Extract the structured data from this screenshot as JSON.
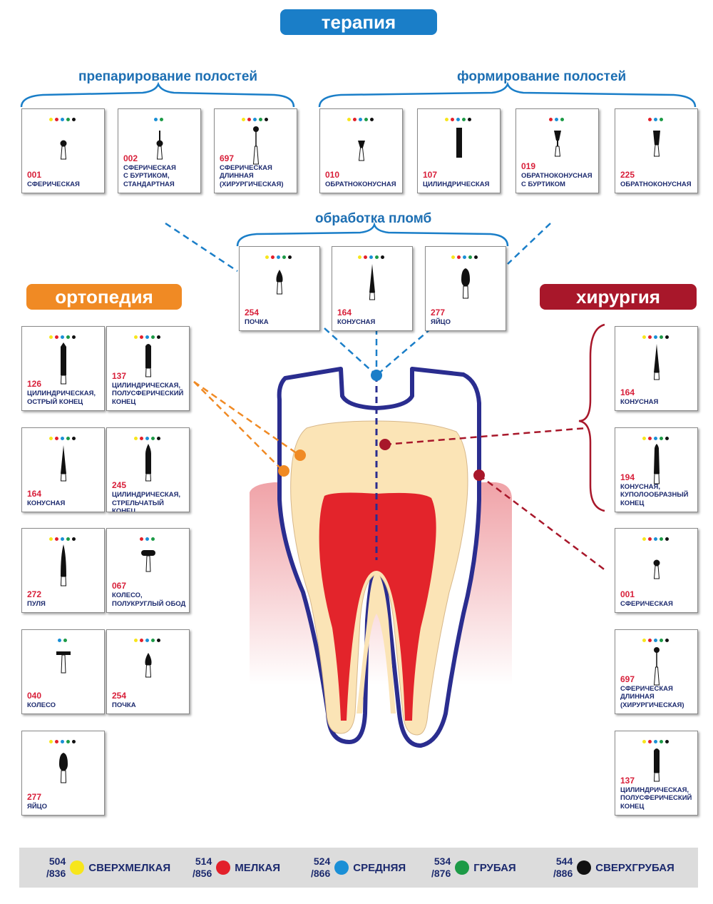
{
  "headers": {
    "therapy": "терапия",
    "orthopedics": "ортопедия",
    "surgery": "хирургия"
  },
  "groups": {
    "cavity_prep": "препарирование полостей",
    "cavity_forming": "формирование полостей",
    "filling_processing": "обработка пломб"
  },
  "colors": {
    "therapy": "#1a7ec8",
    "orthopedics": "#f08a24",
    "surgery": "#a8172a",
    "grit": [
      "#f7e61c",
      "#e3202a",
      "#1a8fd6",
      "#1c9a46",
      "#111111"
    ]
  },
  "cards": {
    "prep": [
      {
        "code": "001",
        "name": [
          "СФЕРИЧЕСКАЯ"
        ],
        "tool": "sphere",
        "grits": [
          0,
          1,
          2,
          3,
          4
        ]
      },
      {
        "code": "002",
        "name": [
          "СФЕРИЧЕСКАЯ",
          "С БУРТИКОМ,",
          "СТАНДАРТНАЯ"
        ],
        "tool": "sphere-collar",
        "grits": [
          2,
          3
        ]
      },
      {
        "code": "697",
        "name": [
          "СФЕРИЧЕСКАЯ",
          "ДЛИННАЯ",
          "(ХИРУРГИЧЕСКАЯ)"
        ],
        "tool": "sphere-long",
        "grits": [
          0,
          1,
          2,
          3,
          4
        ]
      }
    ],
    "forming": [
      {
        "code": "010",
        "name": [
          "ОБРАТНОКОНУСНАЯ"
        ],
        "tool": "inv-cone",
        "grits": [
          0,
          1,
          2,
          3,
          4
        ]
      },
      {
        "code": "107",
        "name": [
          "ЦИЛИНДРИЧЕСКАЯ"
        ],
        "tool": "cylinder",
        "grits": [
          0,
          1,
          2,
          3,
          4
        ]
      },
      {
        "code": "019",
        "name": [
          "ОБРАТНОКОНУСНАЯ",
          "С БУРТИКОМ"
        ],
        "tool": "inv-cone-collar",
        "grits": [
          1,
          2,
          3
        ]
      },
      {
        "code": "225",
        "name": [
          "ОБРАТНОКОНУСНАЯ"
        ],
        "tool": "inv-cone-long",
        "grits": [
          1,
          2,
          3
        ]
      }
    ],
    "filling": [
      {
        "code": "254",
        "name": [
          "ПОЧКА"
        ],
        "tool": "bud",
        "grits": [
          0,
          1,
          2,
          3,
          4
        ]
      },
      {
        "code": "164",
        "name": [
          "КОНУСНАЯ"
        ],
        "tool": "cone",
        "grits": [
          0,
          1,
          2,
          3,
          4
        ]
      },
      {
        "code": "277",
        "name": [
          "ЯЙЦО"
        ],
        "tool": "egg",
        "grits": [
          0,
          1,
          2,
          3,
          4
        ]
      }
    ],
    "ortho": [
      {
        "code": "126",
        "name": [
          "ЦИЛИНДРИЧЕСКАЯ,",
          "ОСТРЫЙ КОНЕЦ"
        ],
        "tool": "cyl-sharp",
        "grits": [
          0,
          1,
          2,
          3,
          4
        ]
      },
      {
        "code": "137",
        "name": [
          "ЦИЛИНДРИЧЕСКАЯ,",
          "ПОЛУСФЕРИЧЕСКИЙ",
          "КОНЕЦ"
        ],
        "tool": "cyl-round",
        "grits": [
          0,
          1,
          2,
          3,
          4
        ]
      },
      {
        "code": "164",
        "name": [
          "КОНУСНАЯ"
        ],
        "tool": "cone",
        "grits": [
          0,
          1,
          2,
          3,
          4
        ]
      },
      {
        "code": "245",
        "name": [
          "ЦИЛИНДРИЧЕСКАЯ,",
          "СТРЕЛЬЧАТЫЙ КОНЕЦ"
        ],
        "tool": "cyl-ogival",
        "grits": [
          0,
          1,
          2,
          3,
          4
        ]
      },
      {
        "code": "272",
        "name": [
          "ПУЛЯ"
        ],
        "tool": "bullet",
        "grits": [
          0,
          1,
          2,
          3,
          4
        ]
      },
      {
        "code": "067",
        "name": [
          "КОЛЕСО,",
          "ПОЛУКРУГЛЫЙ ОБОД"
        ],
        "tool": "wheel-round",
        "grits": [
          1,
          2,
          3
        ]
      },
      {
        "code": "040",
        "name": [
          "КОЛЕСО"
        ],
        "tool": "wheel",
        "grits": [
          2,
          3
        ]
      },
      {
        "code": "254",
        "name": [
          "ПОЧКА"
        ],
        "tool": "bud",
        "grits": [
          0,
          1,
          2,
          3,
          4
        ]
      },
      {
        "code": "277",
        "name": [
          "ЯЙЦО"
        ],
        "tool": "egg",
        "grits": [
          0,
          1,
          2,
          3,
          4
        ]
      }
    ],
    "surgery": [
      {
        "code": "164",
        "name": [
          "КОНУСНАЯ"
        ],
        "tool": "cone",
        "grits": [
          0,
          1,
          2,
          3,
          4
        ]
      },
      {
        "code": "194",
        "name": [
          "КОНУСНАЯ,",
          "КУПОЛООБРАЗНЫЙ",
          "КОНЕЦ"
        ],
        "tool": "cone-dome",
        "grits": [
          0,
          1,
          2,
          3,
          4
        ]
      },
      {
        "code": "001",
        "name": [
          "СФЕРИЧЕСКАЯ"
        ],
        "tool": "sphere",
        "grits": [
          0,
          1,
          2,
          3,
          4
        ]
      },
      {
        "code": "697",
        "name": [
          "СФЕРИЧЕСКАЯ",
          "ДЛИННАЯ",
          "(ХИРУРГИЧЕСКАЯ)"
        ],
        "tool": "sphere-long",
        "grits": [
          0,
          1,
          2,
          3,
          4
        ]
      },
      {
        "code": "137",
        "name": [
          "ЦИЛИНДРИЧЕСКАЯ,",
          "ПОЛУСФЕРИЧЕСКИЙ",
          "КОНЕЦ"
        ],
        "tool": "cyl-round",
        "grits": [
          0,
          1,
          2,
          3,
          4
        ]
      }
    ]
  },
  "legend": [
    {
      "num1": "504",
      "num2": "/836",
      "label": "СВЕРХМЕЛКАЯ",
      "color": "#f7e61c"
    },
    {
      "num1": "514",
      "num2": "/856",
      "label": "МЕЛКАЯ",
      "color": "#e3202a"
    },
    {
      "num1": "524",
      "num2": "/866",
      "label": "СРЕДНЯЯ",
      "color": "#1a8fd6"
    },
    {
      "num1": "534",
      "num2": "/876",
      "label": "ГРУБАЯ",
      "color": "#1c9a46"
    },
    {
      "num1": "544",
      "num2": "/886",
      "label": "СВЕРХГРУБАЯ",
      "color": "#111111"
    }
  ]
}
